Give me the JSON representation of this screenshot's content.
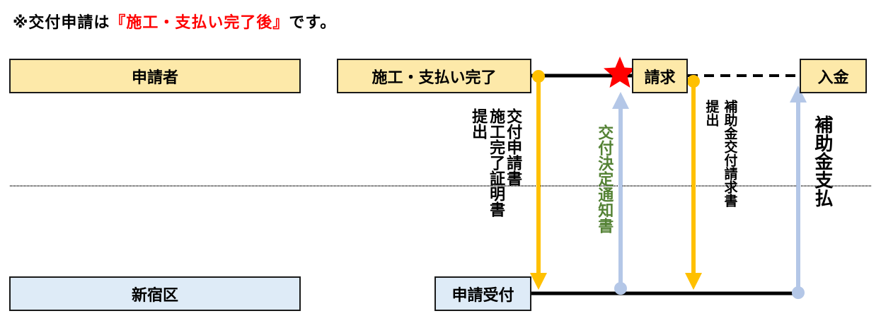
{
  "title": {
    "prefix": "※交付申請は",
    "highlight": "『施工・支払い完了後』",
    "suffix": "です。"
  },
  "lanes": {
    "applicant": "申請者",
    "ward": "新宿区"
  },
  "boxes": {
    "construction_complete": "施工・支払い完了",
    "billing": "請求",
    "payment_received": "入金",
    "application_received": "申請受付"
  },
  "arrow_labels": {
    "grant_application": [
      "提出",
      "施工完了証明書",
      "交付申請書"
    ],
    "decision_notice": "交付決定通知書",
    "grant_invoice": [
      "提出",
      "補助金交付請求書"
    ],
    "grant_payment": "補助金支払"
  },
  "colors": {
    "yellow_arrow": "#ffc000",
    "blue_arrow": "#b4c7e7",
    "green_text": "#548235",
    "star": "#ff0000",
    "lane_applicant_fill": "#fde9a9",
    "lane_ward_fill": "#deebf7"
  },
  "icons": {
    "milestone": "star-icon"
  }
}
